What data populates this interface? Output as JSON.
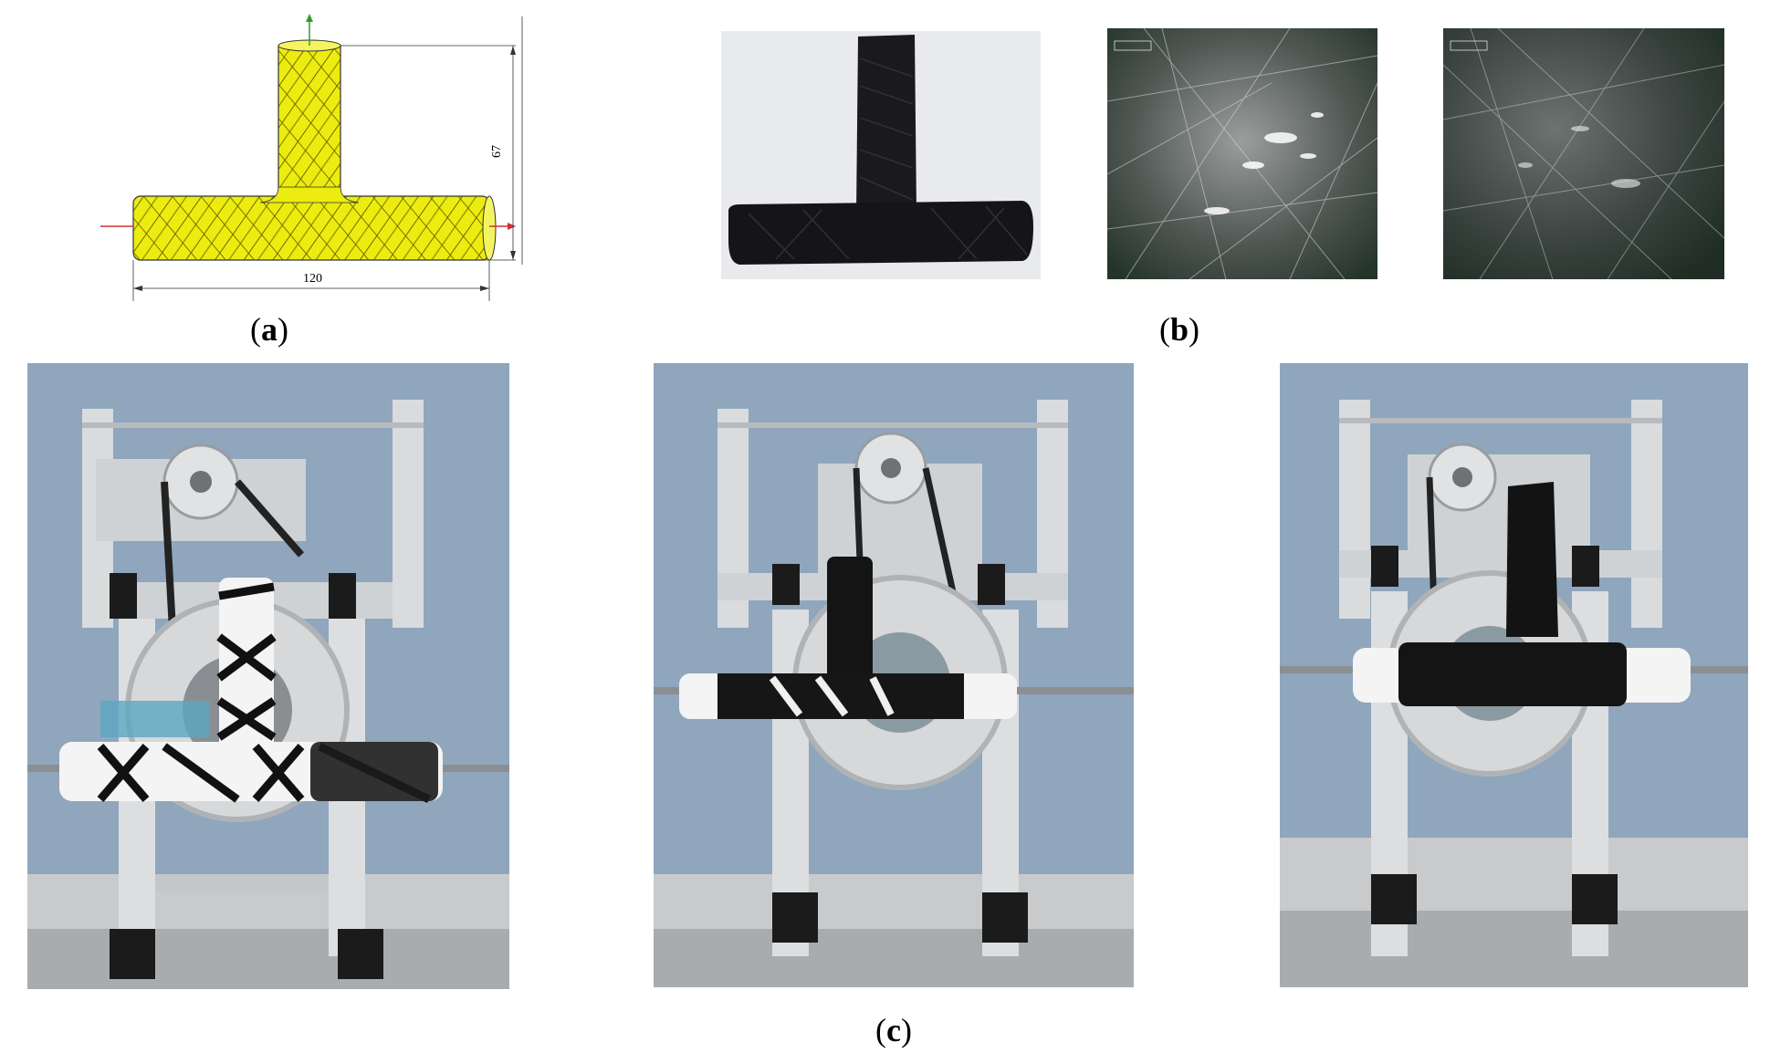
{
  "figure": {
    "panel_a": {
      "label_open": "(",
      "label_letter": "a",
      "label_close": ")",
      "dimension_height": "67",
      "dimension_width": "120",
      "model_color": "#e8e800"
    },
    "panel_b": {
      "label_open": "(",
      "label_letter": "b",
      "label_close": ")"
    },
    "panel_c": {
      "label_open": "(",
      "label_letter": "c",
      "label_close": ")"
    }
  }
}
